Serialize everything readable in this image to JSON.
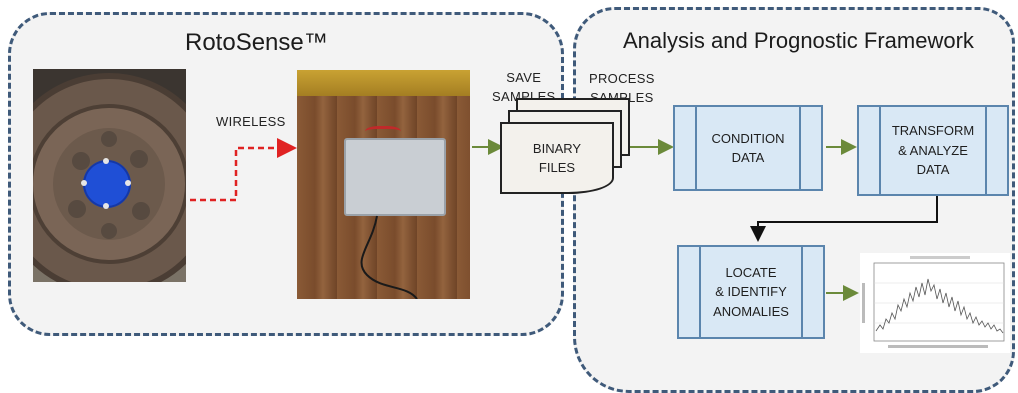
{
  "left_group": {
    "title": "RotoSense™"
  },
  "right_group": {
    "title": "Analysis and Prognostic Framework"
  },
  "labels": {
    "wireless": "WIRELESS",
    "save_samples": "SAVE\nSAMPLES",
    "process_samples": "PROCESS\nSAMPLES",
    "binary_files": "BINARY\nFILES"
  },
  "steps": {
    "condition": "CONDITION\nDATA",
    "transform": "TRANSFORM\n& ANALYZE\nDATA",
    "locate": "LOCATE\n& IDENTIFY\nANOMALIES"
  },
  "colors": {
    "dashed_border": "#3f5a7a",
    "wireless_arrow": "#e02222",
    "flow_arrow": "#6b8a3a",
    "process_fill": "#d9e8f5",
    "process_border": "#5b85ad",
    "sensor": "#1f4fd6"
  },
  "icons": {
    "sensor": "blue-sensor-puck-icon",
    "device": "sensor-enclosure-box-icon"
  }
}
